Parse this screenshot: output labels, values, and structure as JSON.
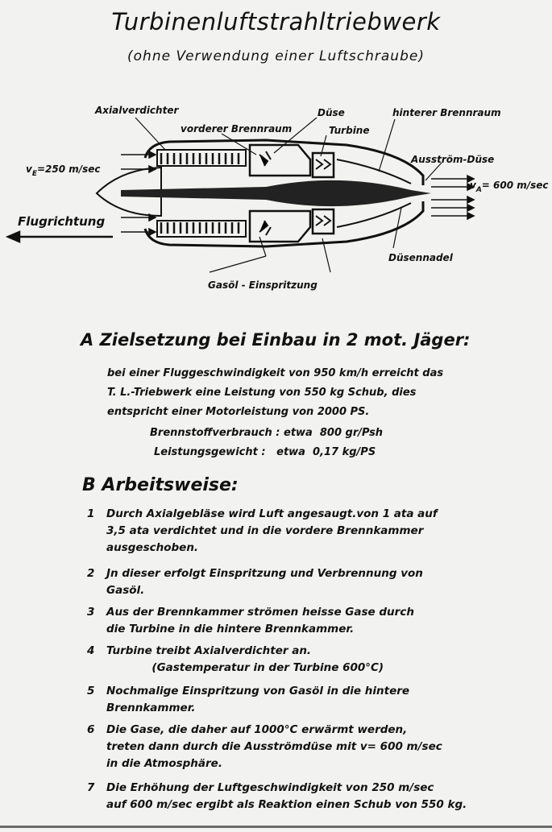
{
  "title": "Turbinenluftstrahltriebwerk",
  "subtitle": "(ohne Verwendung einer Luftschraube)",
  "diagram": {
    "labels": {
      "axialverdichter": "Axialverdichter",
      "vorderer_brennraum": "vorderer Brennraum",
      "duese": "Düse",
      "turbine": "Turbine",
      "hinterer_brennraum": "hinterer Brennraum",
      "ausstroem_duese": "Ausström-Düse",
      "ve": "v",
      "ve_sub": "E",
      "ve_value": "=250 m/sec",
      "va": "v",
      "va_sub": "A",
      "va_value": "= 600 m/sec",
      "flugrichtung": "Flugrichtung",
      "duesennadel": "Düsennadel",
      "gasoel": "Gasöl - Einspritzung"
    }
  },
  "section_a": {
    "heading": "A Zielsetzung bei Einbau in 2 mot. Jäger:",
    "lines": [
      "bei einer Fluggeschwindigkeit von  950 km/h erreicht das",
      "T. L.-Triebwerk eine Leistung von 550 kg Schub, dies",
      "entspricht einer Motorleistung von 2000 PS."
    ],
    "specs": [
      "Brennstoffverbrauch : etwa  800 gr/Psh",
      "Leistungsgewicht :   etwa  0,17 kg/PS"
    ]
  },
  "section_b": {
    "heading": "B Arbeitsweise:",
    "items": [
      {
        "num": "1",
        "lines": [
          "Durch Axialgebläse wird Luft angesaugt.von 1 ata auf",
          "3,5 ata verdichtet  und in die vordere Brennkammer",
          "ausgeschoben."
        ]
      },
      {
        "num": "2",
        "lines": [
          "Jn dieser erfolgt Einspritzung und Verbrennung von",
          "Gasöl."
        ]
      },
      {
        "num": "3",
        "lines": [
          "Aus der Brennkammer strömen heisse Gase durch",
          "die Turbine in die hintere Brennkammer."
        ]
      },
      {
        "num": "4",
        "lines": [
          "Turbine treibt Axialverdichter an.",
          "            (Gastemperatur in der Turbine 600°C)"
        ]
      },
      {
        "num": "5",
        "lines": [
          "Nochmalige Einspritzung von Gasöl in die hintere",
          "Brennkammer."
        ]
      },
      {
        "num": "6",
        "lines": [
          "Die Gase, die daher auf 1000°C  erwärmt  werden,",
          "treten dann durch die Ausströmdüse mit v= 600 m/sec",
          "in die Atmosphäre."
        ]
      },
      {
        "num": "7",
        "lines": [
          "Die Erhöhung der Luftgeschwindigkeit von  250 m/sec",
          "auf 600 m/sec ergibt als Reaktion einen Schub von 550 kg."
        ]
      }
    ]
  }
}
